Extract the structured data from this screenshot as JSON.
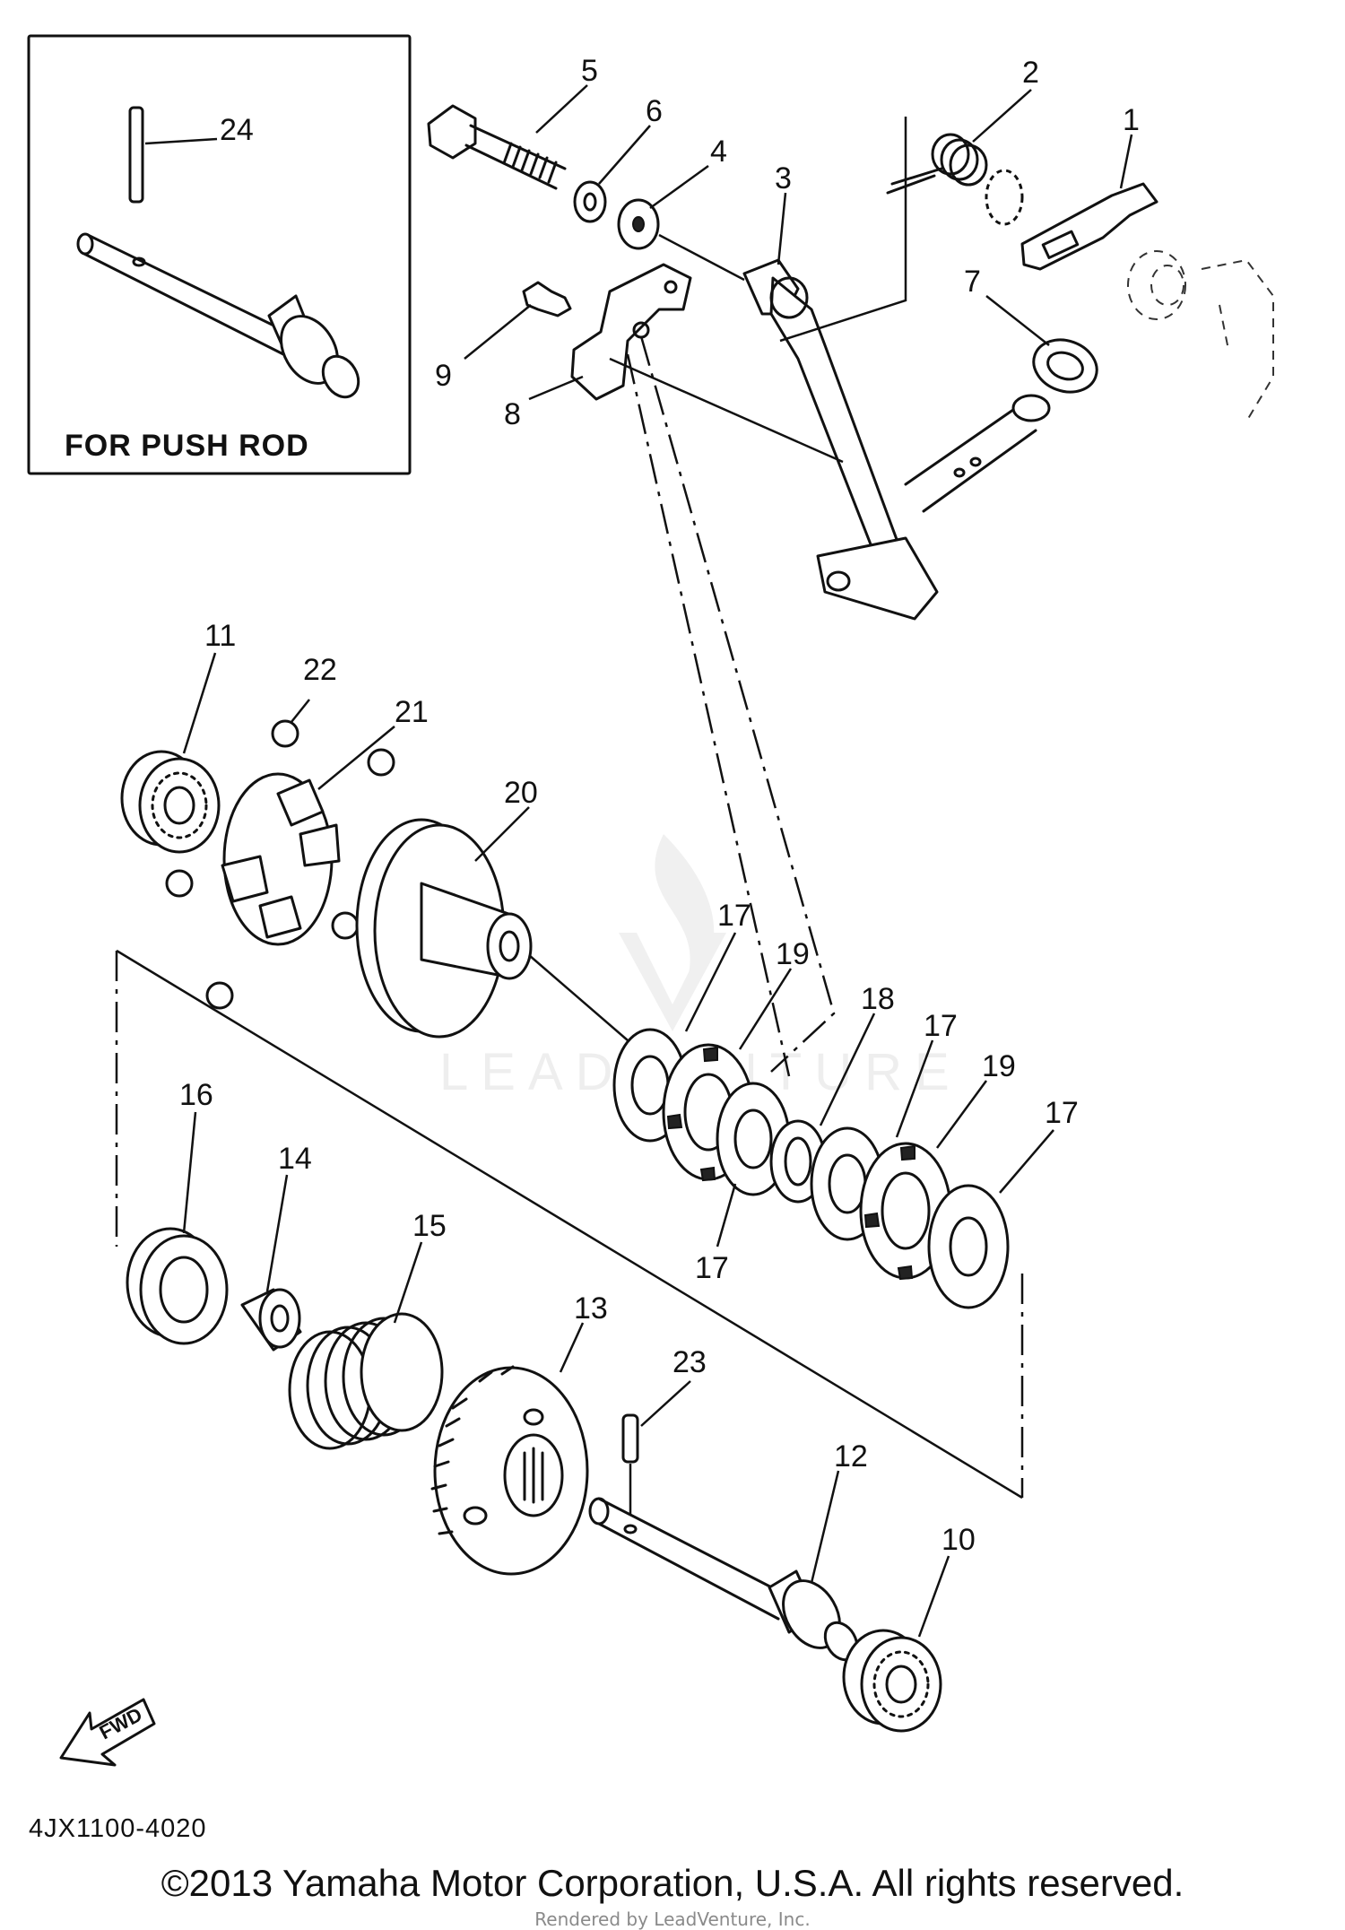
{
  "inset": {
    "caption": "FOR PUSH ROD",
    "callout": "24"
  },
  "callouts": {
    "c1": "1",
    "c2": "2",
    "c3": "3",
    "c4": "4",
    "c5": "5",
    "c6": "6",
    "c7": "7",
    "c8": "8",
    "c9": "9",
    "c10": "10",
    "c11": "11",
    "c12": "12",
    "c13": "13",
    "c14": "14",
    "c15": "15",
    "c16": "16",
    "c17a": "17",
    "c17b": "17",
    "c17c": "17",
    "c17d": "17",
    "c18": "18",
    "c19a": "19",
    "c19b": "19",
    "c20": "20",
    "c21": "21",
    "c22": "22",
    "c23": "23"
  },
  "fwd_label": "FWD",
  "catalog_code": "4JX1100-4020",
  "copyright": "©2013 Yamaha Motor Corporation, U.S.A. All rights reserved.",
  "render_credit": "Rendered by LeadVenture, Inc.",
  "watermark": "LEADVENTURE"
}
